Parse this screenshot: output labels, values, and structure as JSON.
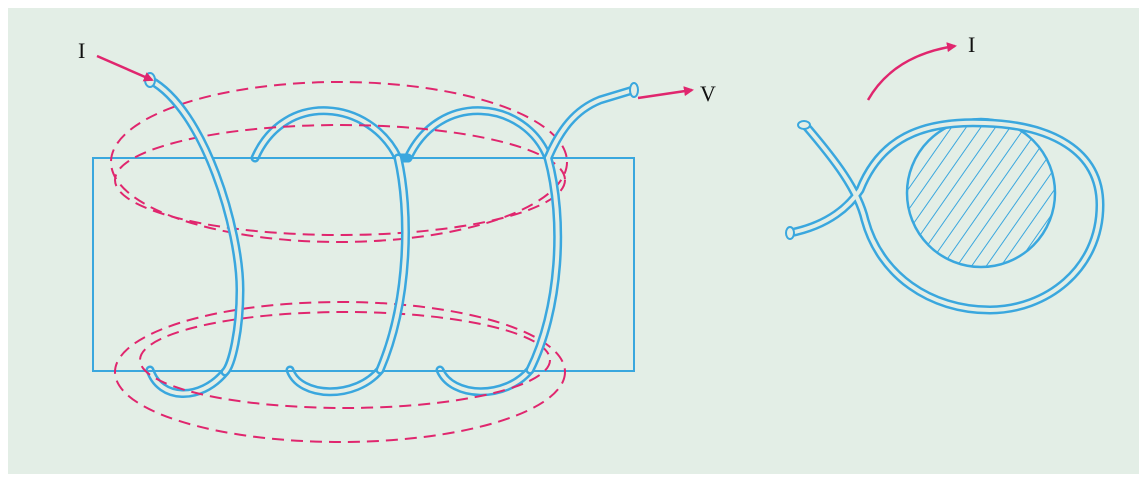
{
  "labels": {
    "current_in": "I",
    "voltage_out": "V",
    "current_loop": "I"
  },
  "colors": {
    "background": "#e3eee6",
    "wire": "#3aa7de",
    "flux": "#e0266e",
    "arrow": "#e0266e",
    "core": "#3aa7de"
  }
}
